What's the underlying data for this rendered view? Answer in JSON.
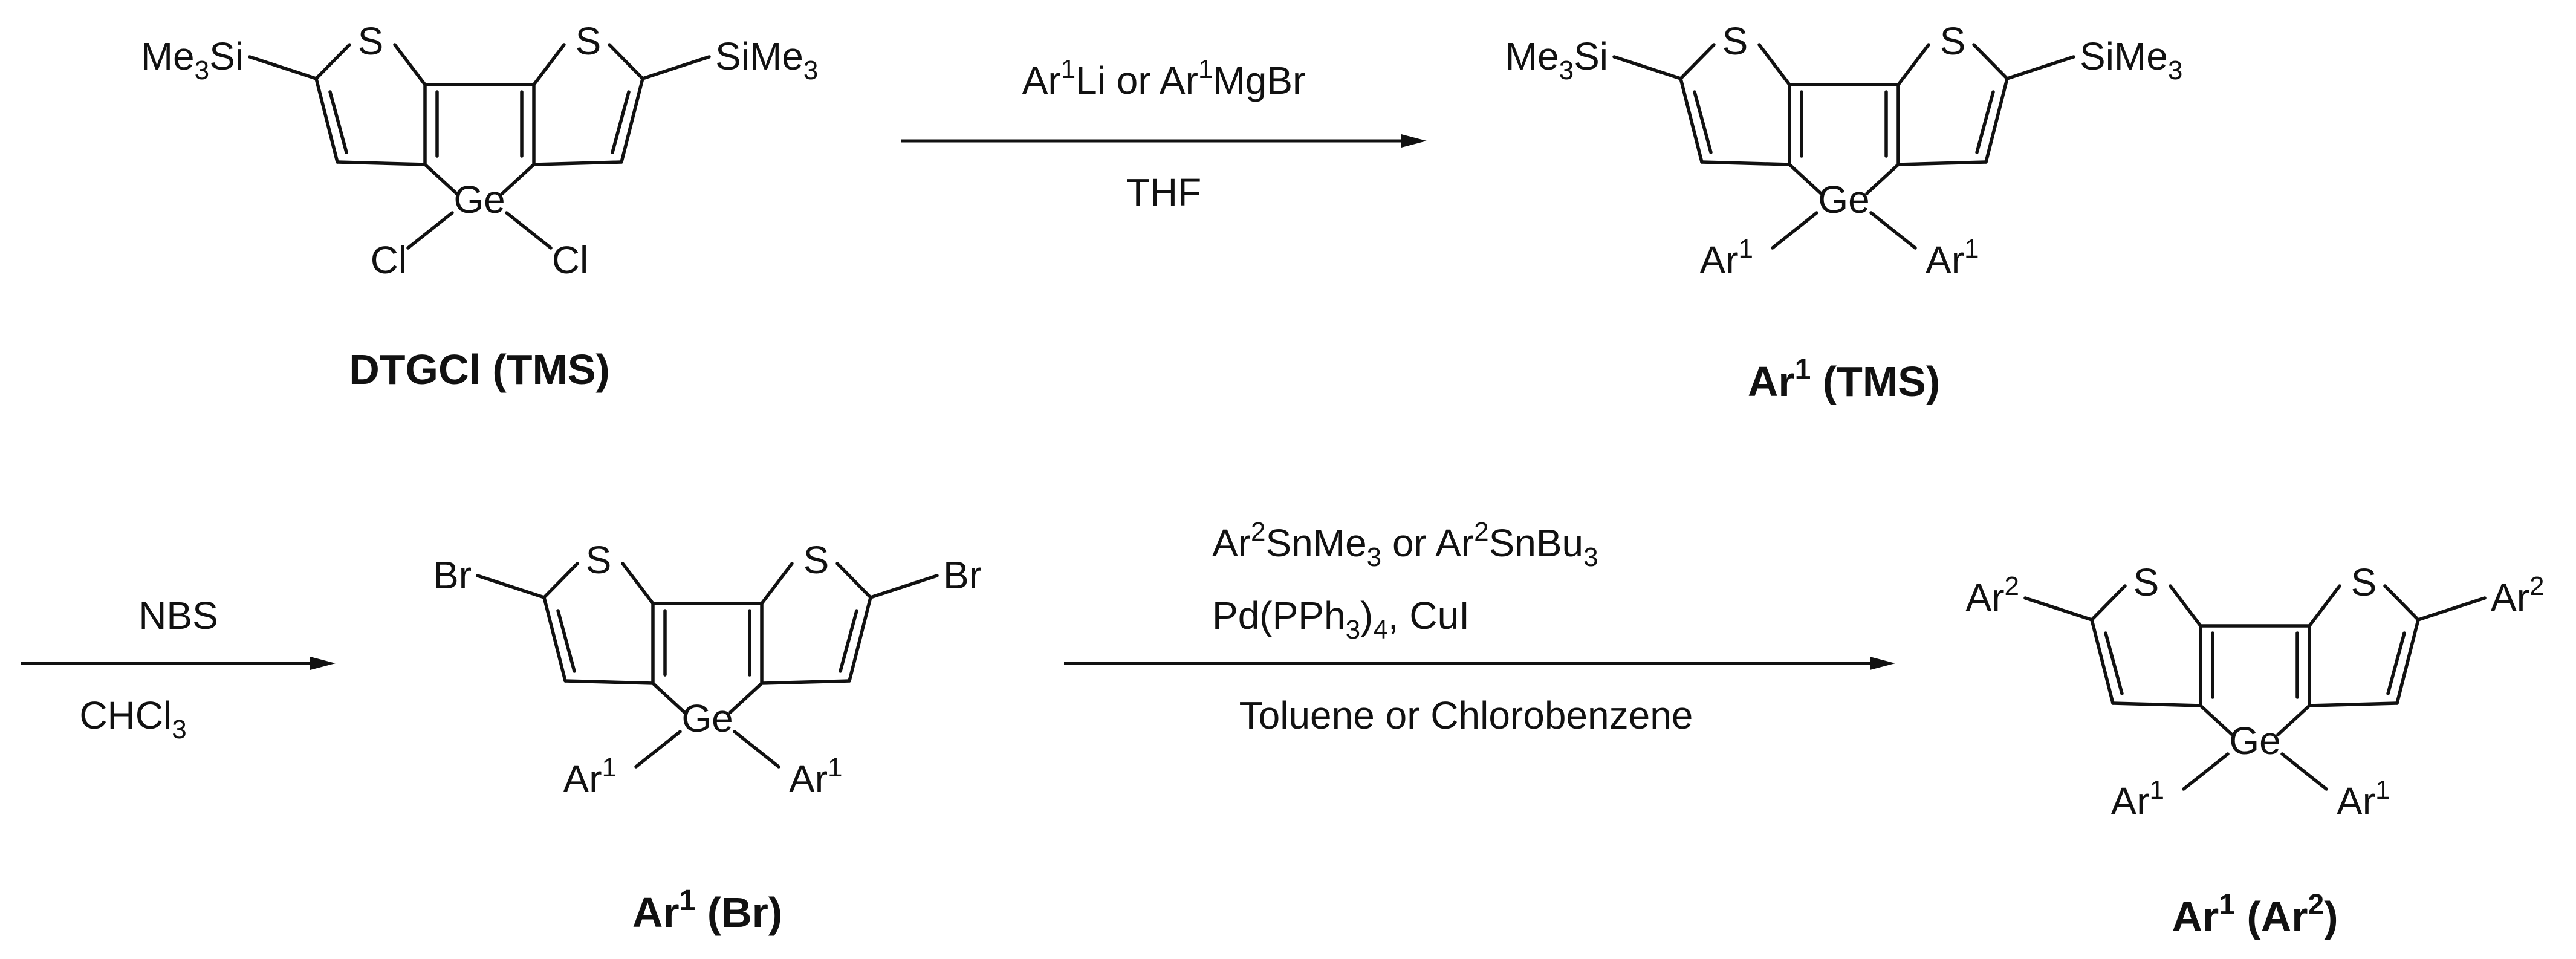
{
  "compounds": [
    {
      "id": "dtgcl",
      "name_main": "DTGCl (TMS)",
      "name_sup": "",
      "name_tail": "",
      "substituent_text": "Me",
      "substituent_sub": "3",
      "substituent_tail": "Si",
      "substituent_right_pre": "SiMe",
      "substituent_right_sub": "3",
      "ge_label": "Ge",
      "ge_left": "Cl",
      "ge_left_sup": "",
      "ge_right": "Cl",
      "ge_right_sup": "",
      "s_label": "S"
    },
    {
      "id": "ar1-tms",
      "name_main": "Ar",
      "name_sup": "1",
      "name_tail": " (TMS)",
      "substituent_text": "Me",
      "substituent_sub": "3",
      "substituent_tail": "Si",
      "substituent_right_pre": "SiMe",
      "substituent_right_sub": "3",
      "ge_label": "Ge",
      "ge_left": "Ar",
      "ge_left_sup": "1",
      "ge_right": "Ar",
      "ge_right_sup": "1",
      "s_label": "S"
    },
    {
      "id": "ar1-br",
      "name_main": "Ar",
      "name_sup": "1",
      "name_tail": " (Br)",
      "substituent_left": "Br",
      "substituent_right": "Br",
      "ge_label": "Ge",
      "ge_left": "Ar",
      "ge_left_sup": "1",
      "ge_right": "Ar",
      "ge_right_sup": "1",
      "s_label": "S"
    },
    {
      "id": "ar1-ar2",
      "name_main": "Ar",
      "name_sup": "1",
      "name_tail": " (Ar",
      "name_sup2": "2",
      "name_tail2": ")",
      "substituent_left": "Ar",
      "substituent_left_sup": "2",
      "substituent_right": "Ar",
      "substituent_right_sup": "2",
      "ge_label": "Ge",
      "ge_left": "Ar",
      "ge_left_sup": "1",
      "ge_right": "Ar",
      "ge_right_sup": "1",
      "s_label": "S"
    }
  ],
  "arrows": [
    {
      "id": "step1",
      "above_a": "Ar",
      "above_a_sup": "1",
      "above_b": "Li or Ar",
      "above_b_sup": "1",
      "above_c": "MgBr",
      "below": "THF"
    },
    {
      "id": "step2",
      "above": "NBS",
      "below_pre": "CHCl",
      "below_sub": "3"
    },
    {
      "id": "step3",
      "line1_a": "Ar",
      "line1_sup1": "2",
      "line1_b": "SnMe",
      "line1_sub1": "3",
      "line1_c": " or Ar",
      "line1_sup2": "2",
      "line1_d": "SnBu",
      "line1_sub2": "3",
      "line2_a": "Pd(PPh",
      "line2_sub": "3",
      "line2_b": ")",
      "line2_sub2": "4",
      "line2_c": ", CuI",
      "below": "Toluene or Chlorobenzene"
    }
  ]
}
